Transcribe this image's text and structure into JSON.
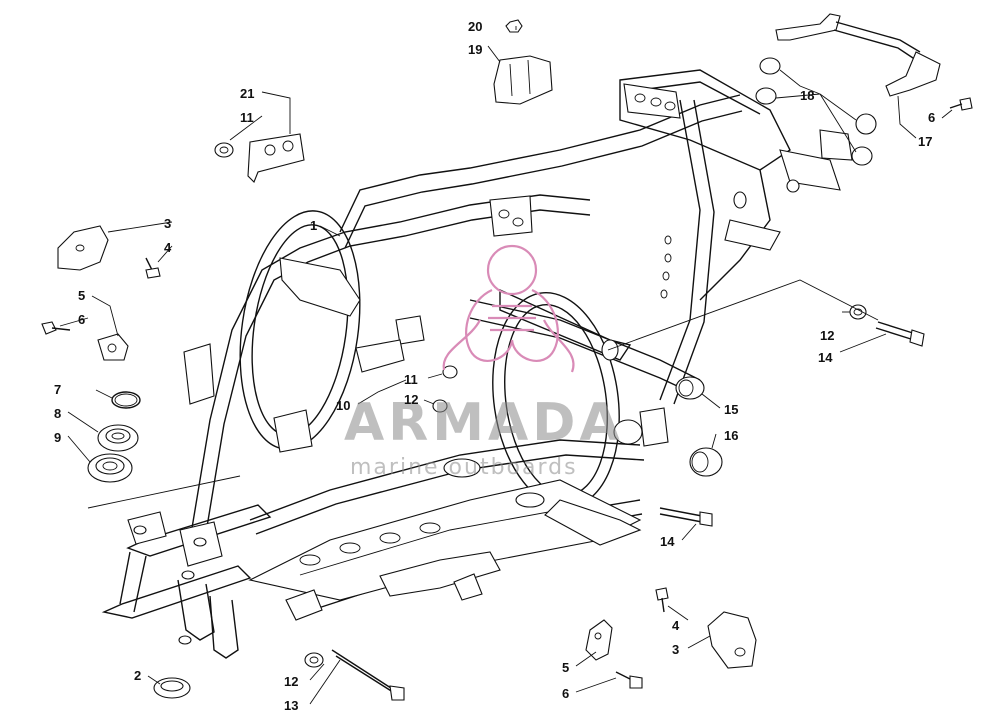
{
  "diagram": {
    "labels": [
      {
        "id": "l1",
        "text": "1"
      },
      {
        "id": "l2",
        "text": "2"
      },
      {
        "id": "l3a",
        "text": "3"
      },
      {
        "id": "l3b",
        "text": "3"
      },
      {
        "id": "l4a",
        "text": "4"
      },
      {
        "id": "l4b",
        "text": "4"
      },
      {
        "id": "l5a",
        "text": "5"
      },
      {
        "id": "l5b",
        "text": "5"
      },
      {
        "id": "l6a",
        "text": "6"
      },
      {
        "id": "l6b",
        "text": "6"
      },
      {
        "id": "l6c",
        "text": "6"
      },
      {
        "id": "l7",
        "text": "7"
      },
      {
        "id": "l8",
        "text": "8"
      },
      {
        "id": "l9",
        "text": "9"
      },
      {
        "id": "l10",
        "text": "10"
      },
      {
        "id": "l11a",
        "text": "11"
      },
      {
        "id": "l11b",
        "text": "11"
      },
      {
        "id": "l12a",
        "text": "12"
      },
      {
        "id": "l12b",
        "text": "12"
      },
      {
        "id": "l12c",
        "text": "12"
      },
      {
        "id": "l13",
        "text": "13"
      },
      {
        "id": "l14a",
        "text": "14"
      },
      {
        "id": "l14b",
        "text": "14"
      },
      {
        "id": "l15",
        "text": "15"
      },
      {
        "id": "l16",
        "text": "16"
      },
      {
        "id": "l17",
        "text": "17"
      },
      {
        "id": "l18",
        "text": "18"
      },
      {
        "id": "l19",
        "text": "19"
      },
      {
        "id": "l20",
        "text": "20"
      },
      {
        "id": "l21",
        "text": "21"
      }
    ]
  },
  "watermark": {
    "brand": "ARMADA",
    "tagline": "marine outboards",
    "color": "#d98bb7"
  }
}
